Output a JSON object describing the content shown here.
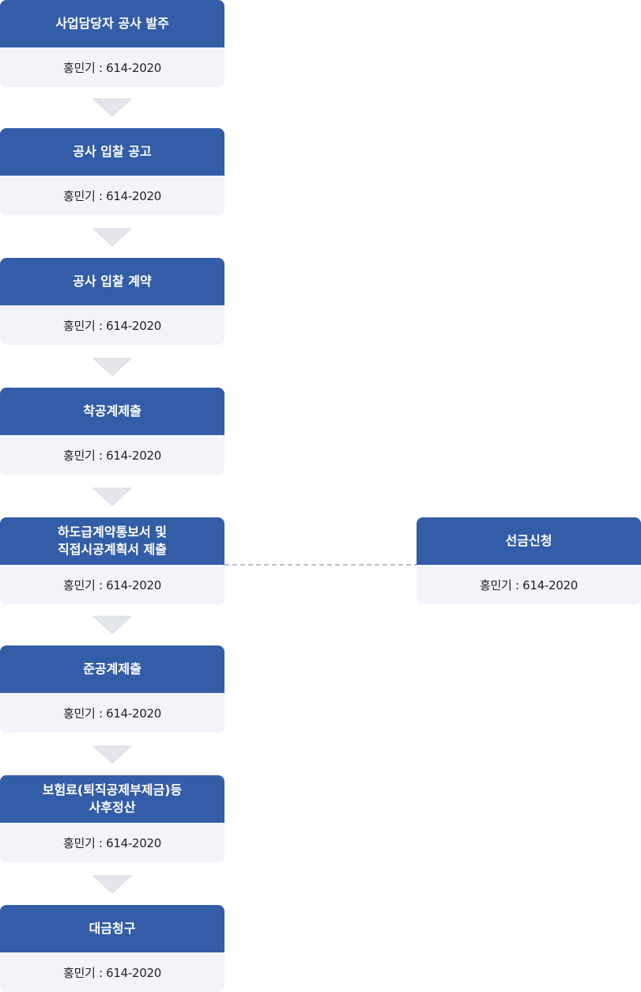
{
  "steps": [
    {
      "title": "사업담당자 공사 발주",
      "contact": "홍민기 : 614-2020"
    },
    {
      "title": "공사 입찰 공고",
      "contact": "홍민기 : 614-2020"
    },
    {
      "title": "공사 입찰 계약",
      "contact": "홍민기 : 614-2020"
    },
    {
      "title": "착공계제출",
      "contact": "홍민기 : 614-2020"
    },
    {
      "title_line1": "하도급계약통보서 및",
      "title_line2": "직접시공계획서 제출",
      "contact": "홍민기 : 614-2020"
    },
    {
      "title": "준공계제출",
      "contact": "홍민기 : 614-2020"
    },
    {
      "title_line1": "보험료(퇴직공제부제금)등",
      "title_line2": "사후정산",
      "contact": "홍민기 : 614-2020"
    },
    {
      "title": "대금청구",
      "contact": "홍민기 : 614-2020"
    }
  ],
  "side_step": {
    "title": "선금신청",
    "contact": "홍민기 : 614-2020"
  },
  "colors": {
    "header": "#345da7",
    "body": "#f3f4f9",
    "arrow": "#e4e6ec",
    "connector": "#a9a9a9"
  }
}
